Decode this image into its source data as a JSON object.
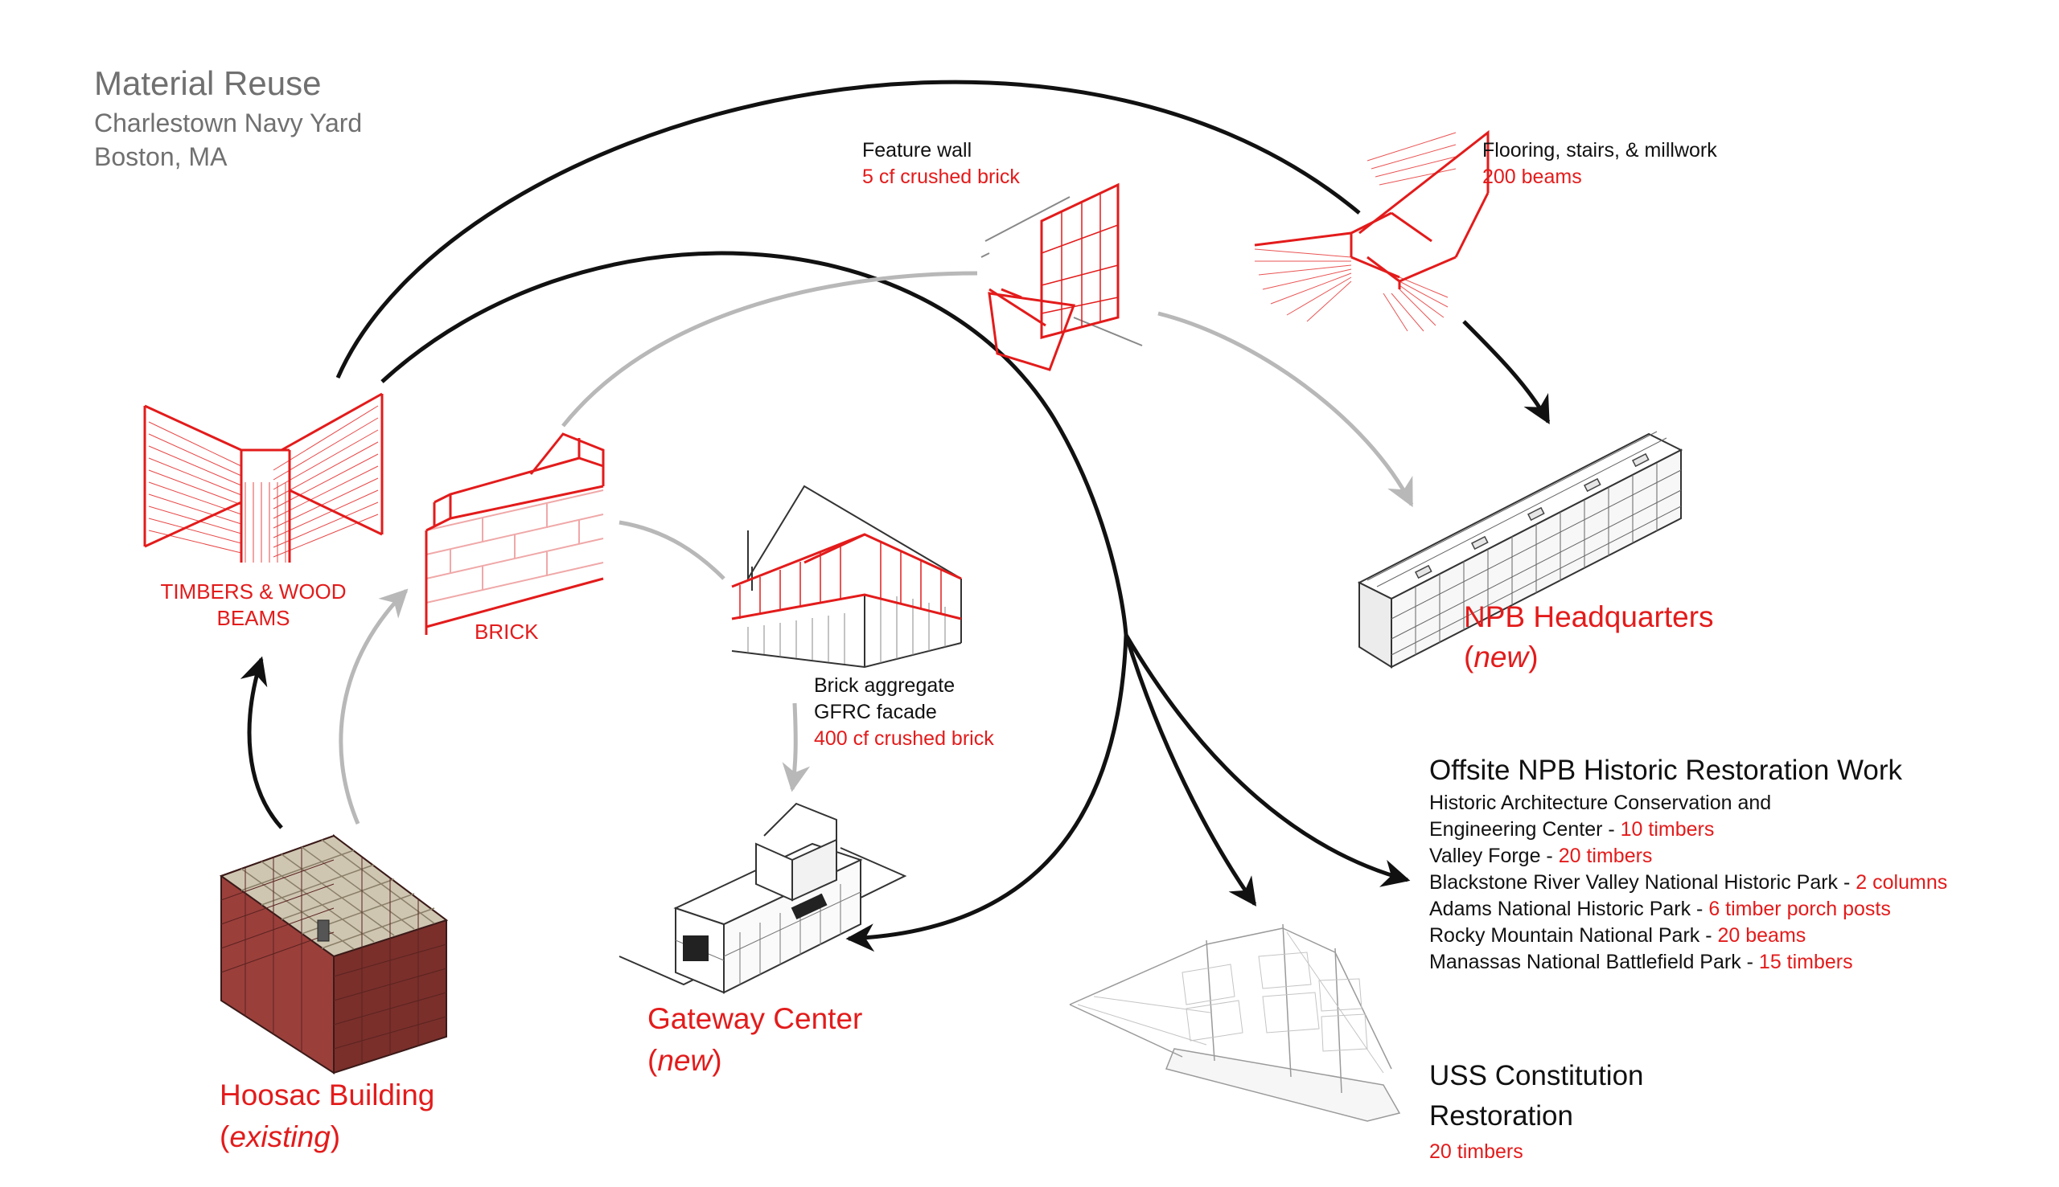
{
  "header": {
    "title": "Material Reuse",
    "location": "Charlestown Navy Yard",
    "city": "Boston, MA"
  },
  "materials": {
    "timber": "TIMBERS & WOOD",
    "timber2": "BEAMS",
    "brick": "BRICK"
  },
  "source": {
    "name": "Hoosac Building",
    "status": "existing"
  },
  "destinations": {
    "gateway": {
      "name": "Gateway Center",
      "status": "new"
    },
    "npb_hq": {
      "name": "NPB Headquarters",
      "status": "new"
    },
    "uss": {
      "name1": "USS Constitution",
      "name2": "Restoration",
      "qty": "20 timbers"
    }
  },
  "uses": {
    "feature_wall": {
      "label": "Feature wall",
      "qty": "5 cf crushed brick"
    },
    "flooring": {
      "label": "Flooring, stairs, & millwork",
      "qty": "200 beams"
    },
    "gfrc": {
      "label1": "Brick aggregate",
      "label2": "GFRC facade",
      "qty": "400 cf crushed brick"
    }
  },
  "offsite": {
    "title": "Offsite NPB Historic Restoration Work",
    "items": [
      {
        "name": "Historic Architecture Conservation and",
        "qty": ""
      },
      {
        "name": "Engineering Center - ",
        "qty": "10 timbers"
      },
      {
        "name": "Valley Forge - ",
        "qty": "20 timbers"
      },
      {
        "name": "Blackstone River Valley National Historic Park - ",
        "qty": "2 columns"
      },
      {
        "name": "Adams National Historic Park - ",
        "qty": "6 timber porch posts"
      },
      {
        "name": "Rocky Mountain National Park - ",
        "qty": "20 beams"
      },
      {
        "name": "Manassas National Battlefield Park - ",
        "qty": "15 timbers"
      }
    ]
  },
  "colors": {
    "accent": "#e31b1b",
    "arrow_black": "#111111",
    "arrow_gray": "#b8b8b8",
    "brick": "#8b3a36",
    "deck": "#c9c0ad"
  }
}
